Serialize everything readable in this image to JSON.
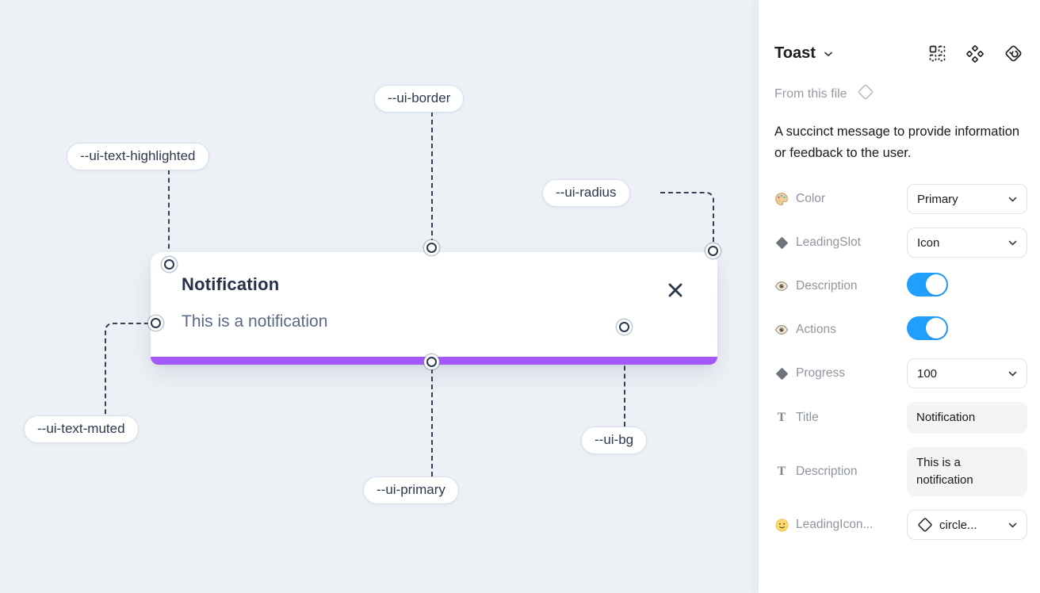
{
  "canvas": {
    "toast": {
      "title": "Notification",
      "description": "This is a notification",
      "close_icon": "close-icon",
      "progress_color": "#a259f7"
    },
    "labels": {
      "border": "--ui-border",
      "text_highlighted": "--ui-text-highlighted",
      "radius": "--ui-radius",
      "text_muted": "--ui-text-muted",
      "primary": "--ui-primary",
      "bg": "--ui-bg"
    },
    "colors": {
      "canvas_bg": "#edf1f6",
      "connector_line": "#33405a",
      "toast_title_text": "#25304a",
      "toast_muted_text": "#5b6b85"
    }
  },
  "panel": {
    "header": {
      "title": "Toast",
      "icons": [
        "instance-grid-icon",
        "component-diamonds-icon",
        "go-to-main-component-icon"
      ]
    },
    "source": {
      "label": "From this file",
      "icon": "diamond-outline-icon"
    },
    "description": "A succinct message to provide information or feedback to the user.",
    "text_icon_glyph": "T",
    "properties": [
      {
        "icon": "palette-icon",
        "label": "Color",
        "control": "select",
        "value": "Primary"
      },
      {
        "icon": "diamond-icon",
        "label": "LeadingSlot",
        "control": "select",
        "value": "Icon"
      },
      {
        "icon": "eye-icon",
        "label": "Description",
        "control": "toggle",
        "state": "on"
      },
      {
        "icon": "eye-icon",
        "label": "Actions",
        "control": "toggle",
        "state": "on"
      },
      {
        "icon": "diamond-icon",
        "label": "Progress",
        "control": "select",
        "value": "100"
      },
      {
        "icon": "text-icon",
        "label": "Title",
        "control": "text",
        "value": "Notification"
      },
      {
        "icon": "text-icon",
        "label": "Description",
        "control": "text",
        "value": "This is a notification"
      },
      {
        "icon": "smiley-icon",
        "label": "LeadingIcon...",
        "control": "select-icon",
        "value": "circle..."
      }
    ],
    "colors": {
      "toggle_on": "#219fff"
    }
  }
}
